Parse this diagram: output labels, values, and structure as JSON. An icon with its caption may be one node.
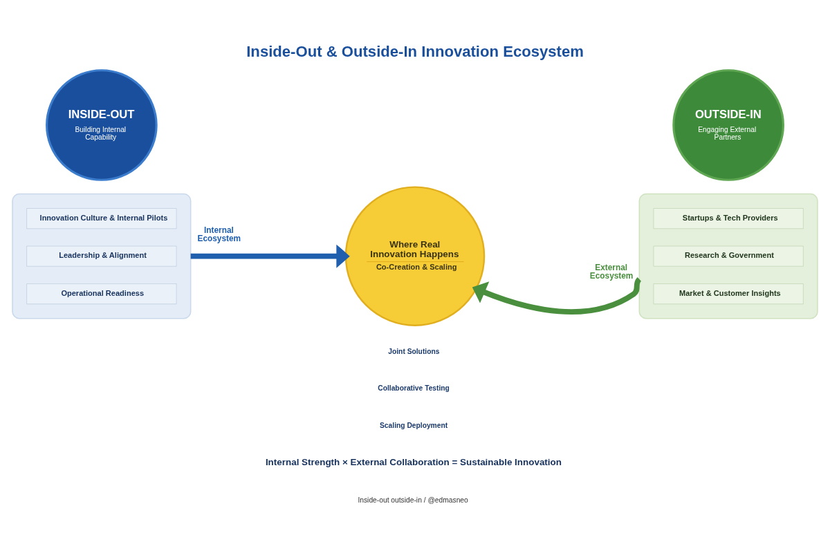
{
  "diagram": {
    "title": "Inside-Out & Outside-In Innovation Ecosystem",
    "caption": "Inside-out outside-in / @edmasneo",
    "nodes": [
      {
        "text": [],
        "shape": "ellipse"
      },
      {
        "text": [
          "INSIDE-OUT",
          "Building Internal Capability"
        ]
      },
      {
        "text": [
          "Innovation Culture & Internal Pilots"
        ],
        "in": 0
      },
      {
        "text": [
          "Leadership & Alignment"
        ],
        "in": 0
      },
      {
        "text": [
          "Operational Readiness"
        ],
        "in": 0
      },
      {
        "text": [
          "Where Real Innovation Happens",
          "Co-Creation & Scaling"
        ]
      },
      {
        "text": [],
        "shape": "ellipse"
      },
      {
        "text": [
          "OUTSIDE-IN",
          "Engaging External Partners"
        ]
      },
      {
        "text": [
          "Startups & Tech Providers"
        ],
        "in": 6
      },
      {
        "text": [
          "Research & Government"
        ],
        "in": 6
      },
      {
        "text": [
          "Market & Customer Insights"
        ],
        "in": 6
      }
    ],
    "edges": [
      {
        "from": 0,
        "to": 5,
        "arrow": "to",
        "label": "Internal Ecosystem",
        "color": "#1f5fae"
      },
      {
        "from": 6,
        "to": 5,
        "arrow": "to",
        "label": "External Ecosystem",
        "color": "#4a8f3e"
      }
    ],
    "labels": [
      "Joint Solutions",
      "Collaborative Testing",
      "Scaling Deployment",
      "Internal Strength × External Collaboration = Sustainable Innovation"
    ]
  }
}
